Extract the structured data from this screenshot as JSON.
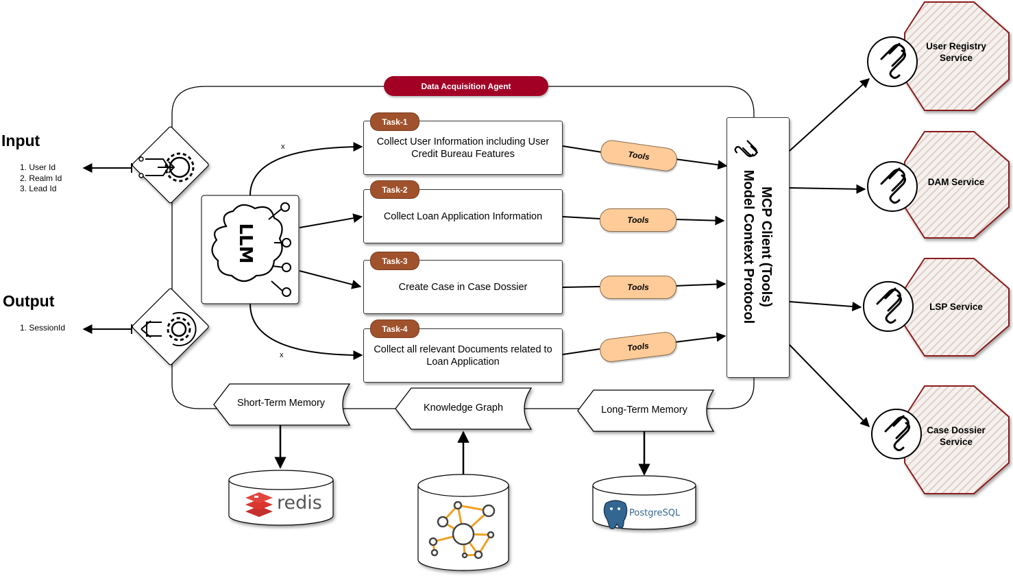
{
  "agent": {
    "title": "Data Acquisition Agent"
  },
  "input": {
    "title": "Input",
    "items": [
      "1. User Id",
      "2. Realm Id",
      "3. Lead Id"
    ]
  },
  "output": {
    "title": "Output",
    "items": [
      "1. SessionId"
    ]
  },
  "llm": {
    "label": "LLM"
  },
  "tasks": [
    {
      "badge": "Task-1",
      "text": "Collect User Information including User Credit Bureau Features"
    },
    {
      "badge": "Task-2",
      "text": "Collect Loan Application Information"
    },
    {
      "badge": "Task-3",
      "text": "Create Case in Case Dossier"
    },
    {
      "badge": "Task-4",
      "text": "Collect all relevant Documents related to Loan Application"
    }
  ],
  "tools": [
    "Tools",
    "Tools",
    "Tools",
    "Tools"
  ],
  "edge_labels": {
    "top": "x",
    "bottom": "x"
  },
  "mcp": {
    "line1": "MCP Client (Tools)",
    "line2": "Model Context Protocol"
  },
  "services": [
    "User Registry Service",
    "DAM Service",
    "LSP Service",
    "Case Dossier Service"
  ],
  "memory": {
    "short_term": "Short-Term Memory",
    "knowledge_graph": "Knowledge Graph",
    "long_term": "Long-Term Memory"
  },
  "stores": {
    "redis": "redis",
    "postgres": "PostgreSQL"
  },
  "colors": {
    "agent": "#a20025",
    "task_badge": "#a0522d",
    "tool_pill": "#ffcc99",
    "service_stroke": "#8b1a1a",
    "graph_edge": "#f0a020"
  },
  "icons": [
    "mcp-icon",
    "brain-icon",
    "input-gear-icon",
    "output-gear-icon",
    "redis-logo",
    "postgres-logo",
    "graph-icon"
  ]
}
